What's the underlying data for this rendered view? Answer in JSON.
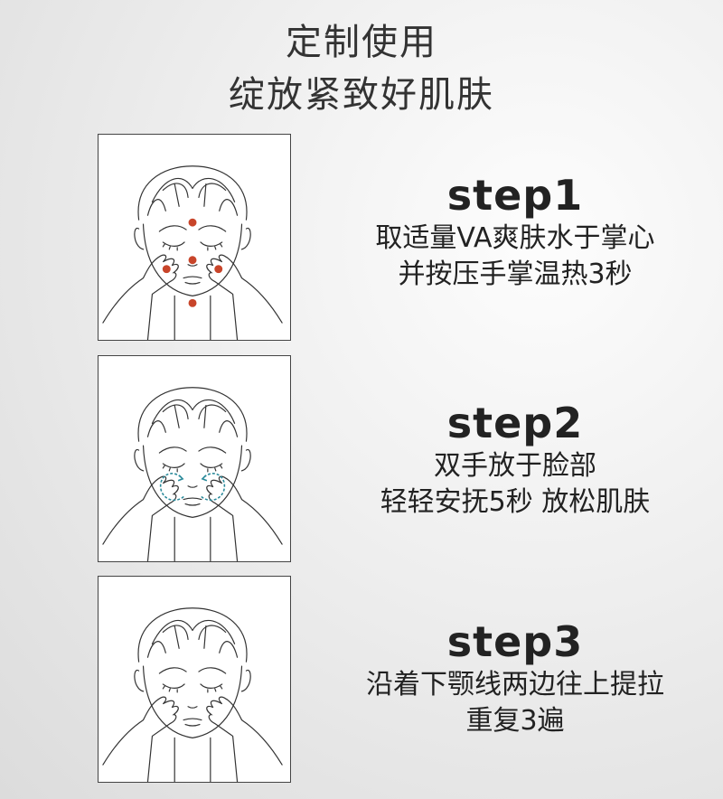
{
  "header": {
    "line1": "定制使用",
    "line2": "绽放紧致好肌肤"
  },
  "steps": [
    {
      "title": "step1",
      "line1": "取适量VA爽肤水于掌心",
      "line2": "并按压手掌温热3秒",
      "illustration": "face-with-pressure-points",
      "dot_color": "#c8452a"
    },
    {
      "title": "step2",
      "line1": "双手放于脸部",
      "line2": "轻轻安抚5秒 放松肌肤",
      "illustration": "face-with-circular-arrows",
      "arrow_color": "#2a8a9a"
    },
    {
      "title": "step3",
      "line1": "沿着下颚线两边往上提拉",
      "line2": "重复3遍",
      "illustration": "face-with-hands-on-jaw"
    }
  ]
}
